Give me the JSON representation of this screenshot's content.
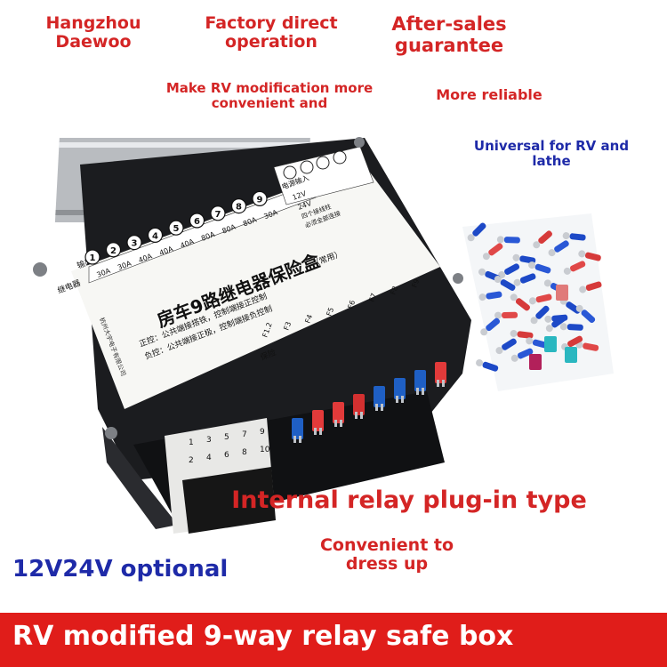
{
  "header": {
    "brand": "Hangzhou Daewoo",
    "factory": "Factory direct operation",
    "aftersales": "After-sales guarantee"
  },
  "features": {
    "make_rv": "Make RV modification more convenient and",
    "reliable": "More reliable",
    "universal": "Universal for RV and lathe",
    "internal": "Internal relay plug-in type",
    "convenient": "Convenient to dress up",
    "voltage": "12V24V optional"
  },
  "banner": {
    "title": "RV modified 9-way relay safe box",
    "color": "#e01d1a"
  },
  "product": {
    "box_title": "房车9路继电器保险盒",
    "box_subtitle": "（常用）",
    "output_label": "输出",
    "relay_label": "继电器",
    "name_label": "电器名称",
    "channels": [
      "1",
      "2",
      "3",
      "4",
      "5",
      "6",
      "7",
      "8",
      "9"
    ],
    "ratings": [
      "30A",
      "30A",
      "40A",
      "40A",
      "40A",
      "80A",
      "80A",
      "80A",
      "30A"
    ],
    "fuses": [
      "F1.2",
      "F3",
      "F4",
      "F5",
      "F6",
      "F7",
      "F8",
      "F9"
    ],
    "fuse_label": "保险",
    "power_label": "电源输入",
    "power_12v": "12V",
    "power_24v": "24V",
    "power_note1": "四个接线柱",
    "power_note2": "必须全部连接",
    "positive_ctrl": "正控：公共端接搭铁，控制端接正控制",
    "negative_ctrl": "负控：公共端接正极，控制端接负控制",
    "control_label": "控",
    "maker_vertical": "杭州大宇电子有限公司",
    "terminal_numbers_top": [
      "1",
      "3",
      "5",
      "7",
      "9"
    ],
    "terminal_numbers_bottom": [
      "2",
      "4",
      "6",
      "8",
      "10"
    ],
    "icons": [
      "relay-box-icon",
      "terminal-bag-icon",
      "fuse-icon"
    ]
  }
}
